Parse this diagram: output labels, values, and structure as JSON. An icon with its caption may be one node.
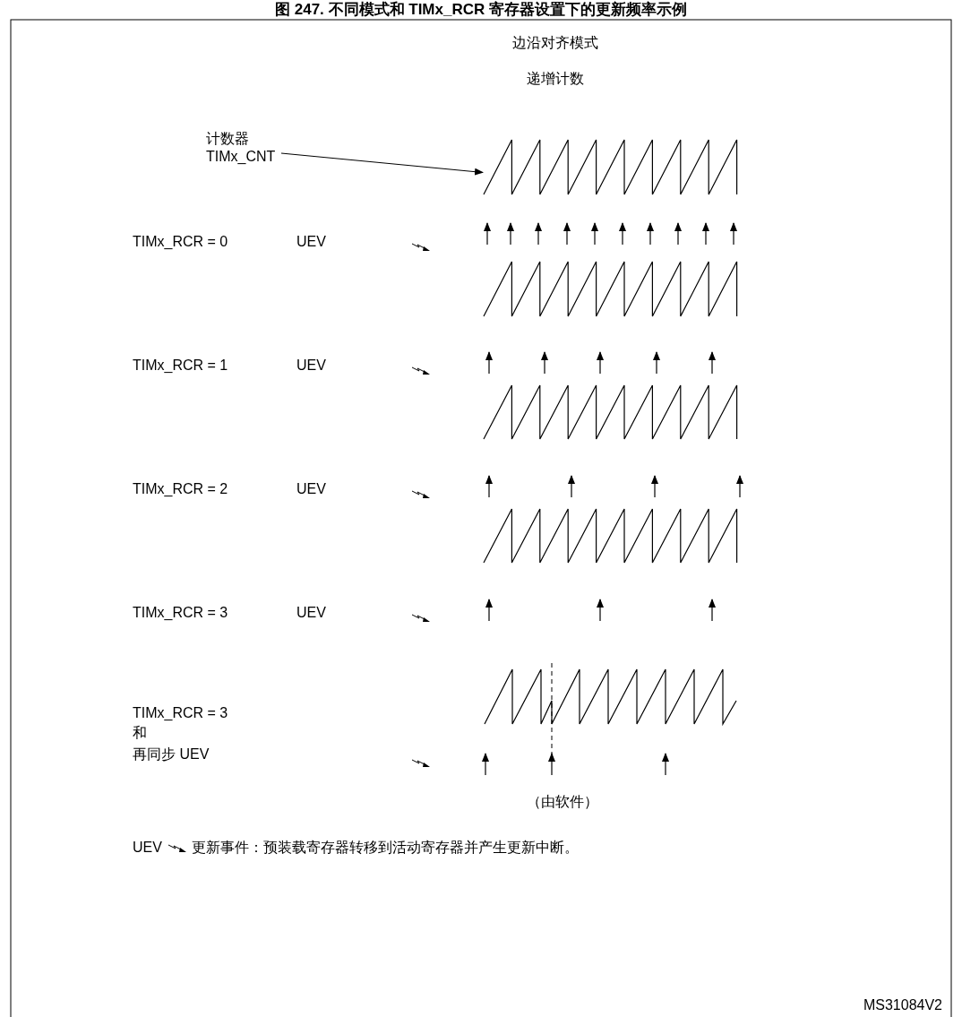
{
  "diagram": {
    "title": "图 247. 不同模式和 TIMx_RCR 寄存器设置下的更新频率示例",
    "nodes": [
      {
        "text": [
          "计数器 TIMx_CNT"
        ]
      },
      {
        "text": [],
        "shape": "waveform"
      }
    ],
    "edges": [
      {
        "from": 0,
        "to": 1,
        "arrow": "to"
      }
    ],
    "labels": [
      "边沿对齐模式",
      "递增计数",
      "TIMx_RCR = 0",
      "UEV",
      "TIMx_RCR = 1",
      "UEV",
      "TIMx_RCR = 2",
      "UEV",
      "TIMx_RCR = 3",
      "UEV",
      "TIMx_RCR = 3",
      "和",
      "再同步 UEV",
      "（由软件）",
      "UEV",
      "MS31084V2"
    ],
    "legend": [
      {
        "text": "更新事件：预装载寄存器转移到活动寄存器并产生更新中断。"
      }
    ]
  }
}
